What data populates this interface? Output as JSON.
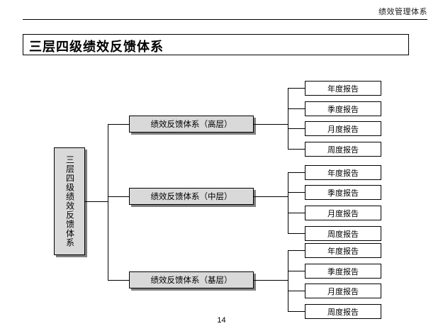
{
  "header": {
    "running_title": "绩效管理体系"
  },
  "title": {
    "text": "三层四级绩效反馈体系"
  },
  "diagram": {
    "root": {
      "label": "三层四级绩效反馈体系"
    },
    "branches": [
      {
        "label": "绩效反馈体系（高层）",
        "leaves": [
          {
            "label": "年度报告"
          },
          {
            "label": "季度报告"
          },
          {
            "label": "月度报告"
          },
          {
            "label": "周度报告"
          }
        ]
      },
      {
        "label": "绩效反馈体系（中层）",
        "leaves": [
          {
            "label": "年度报告"
          },
          {
            "label": "季度报告"
          },
          {
            "label": "月度报告"
          },
          {
            "label": "周度报告"
          }
        ]
      },
      {
        "label": "绩效反馈体系（基层）",
        "leaves": [
          {
            "label": "年度报告"
          },
          {
            "label": "季度报告"
          },
          {
            "label": "月度报告"
          },
          {
            "label": "周度报告"
          }
        ]
      }
    ]
  },
  "footer": {
    "page_number": "14"
  },
  "colors": {
    "box_fill": "#d9d9d9",
    "box_shadow": "#808080",
    "line": "#000000",
    "text": "#000000"
  }
}
